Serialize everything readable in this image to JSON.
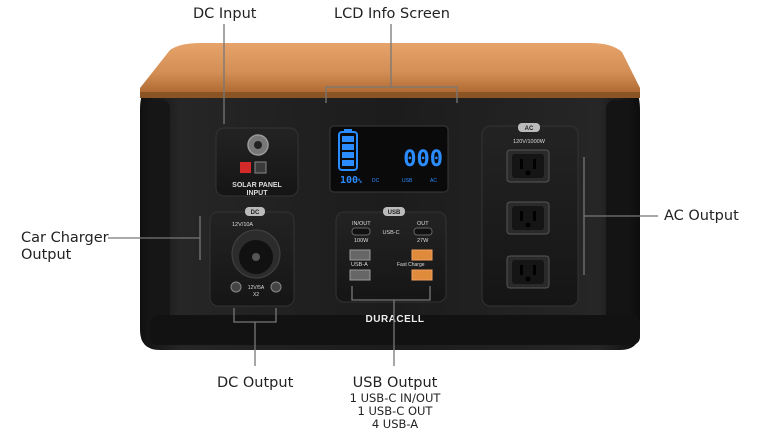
{
  "callouts": {
    "dc_input": "DC Input",
    "lcd_info_screen": "LCD Info Screen",
    "car_charger_output_line1": "Car Charger",
    "car_charger_output_line2": "Output",
    "ac_output": "AC Output",
    "dc_output": "DC Output",
    "usb_output": "USB Output",
    "usb_output_details": [
      "1 USB-C IN/OUT",
      "1 USB-C OUT",
      "4 USB-A"
    ]
  },
  "device": {
    "brand": "DURACELL",
    "solar_panel_label_line1": "SOLAR PANEL",
    "solar_panel_label_line2": "INPUT",
    "lcd": {
      "battery_percent": "100",
      "battery_percent_unit": "%",
      "output_watts": "000",
      "lcd_indicator_dc": "DC",
      "lcd_indicator_usb": "USB",
      "lcd_indicator_ac": "AC"
    },
    "dc_panel": {
      "badge": "DC",
      "car_socket_rating": "12V/10A",
      "barrel_rating_line1": "12V/5A",
      "barrel_rating_line2": "X2"
    },
    "usb_panel": {
      "badge": "USB",
      "in_out": "IN/OUT",
      "out": "OUT",
      "usb_c": "USB-C",
      "usb_c_left_watts": "100W",
      "usb_c_right_watts": "27W",
      "usb_a": "USB-A",
      "fast_charge": "Fast Charge"
    },
    "ac_panel": {
      "badge": "AC",
      "rating": "120V/1000W"
    }
  },
  "colors": {
    "body": "#1b1b1b",
    "lid": "#d38f55",
    "lcd_blue": "#2b8cff",
    "solar_red": "#d42a2a",
    "orange_port": "#e08a3c"
  }
}
